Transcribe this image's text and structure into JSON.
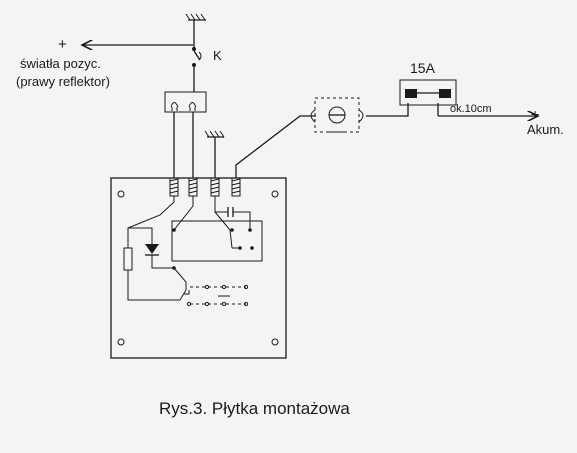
{
  "labels": {
    "plus_left": "+",
    "lights_line1": "światła pozyc.",
    "lights_line2": "(prawy reflektor)",
    "switch_k": "K",
    "fuse_rating": "15A",
    "distance": "ok.10cm",
    "plus_right": "+",
    "battery": "Akum.",
    "caption": "Rys.3. Płytka montażowa"
  },
  "icons": {
    "ground": "ground-symbol",
    "switch": "switch-symbol",
    "fuse": "fuse-symbol",
    "lamp": "lamp-symbol",
    "diode": "diode-symbol",
    "capacitor": "capacitor-symbol",
    "resistor": "resistor-symbol",
    "coil": "coil-terminal-symbol"
  }
}
